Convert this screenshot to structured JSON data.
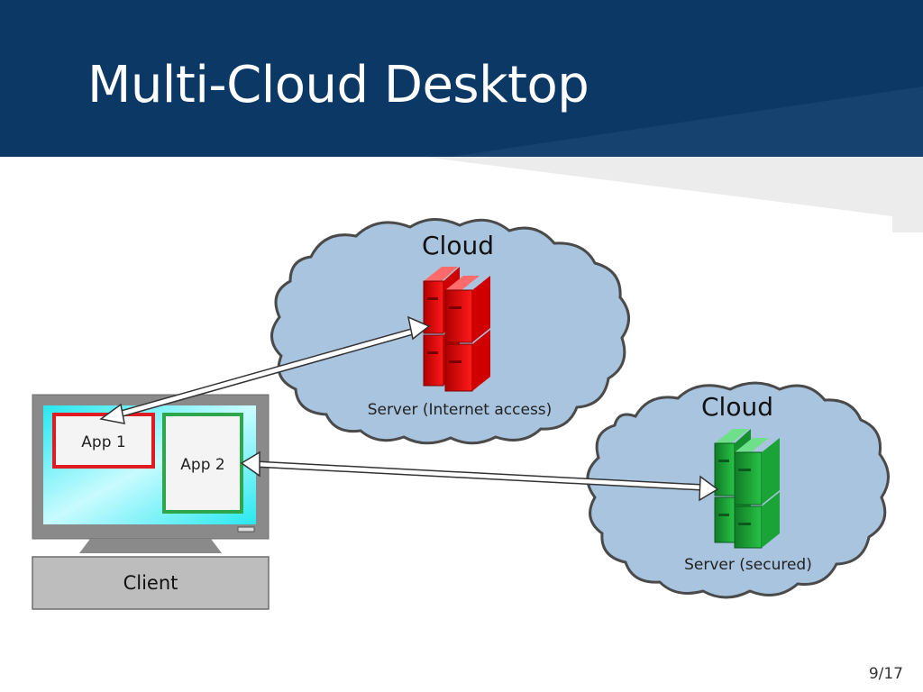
{
  "slide": {
    "title": "Multi-Cloud Desktop",
    "page_number": "9/17"
  },
  "diagram": {
    "cloud_top": {
      "label": "Cloud",
      "server_label": "Server (Internet access)",
      "server_color": "#ee0000"
    },
    "cloud_bottom": {
      "label": "Cloud",
      "server_label": "Server (secured)",
      "server_color": "#1ea53a"
    },
    "client": {
      "label": "Client",
      "app1_label": "App 1",
      "app2_label": "App 2",
      "app1_border": "#e11b22",
      "app2_border": "#2ea64b"
    },
    "colors": {
      "header": "#0c3866",
      "cloud_fill": "#a9c4de",
      "screen": "#28e8f0",
      "monitor": "#8a8a8a"
    }
  }
}
